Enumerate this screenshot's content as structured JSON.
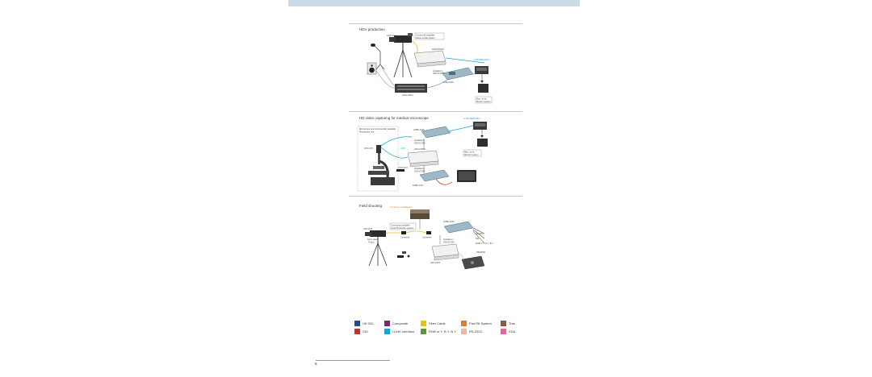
{
  "sections": [
    {
      "title": "HDV production"
    },
    {
      "title": "HD video capturing for medical microscope"
    },
    {
      "title": "Field shooting"
    }
  ],
  "labels": {
    "hdv_cam_1": "HVR-V1U",
    "commonly_1": "Commonly available",
    "commonly_1b": "Stereo Audio system",
    "hdv_device_1": "HVR-M15AU",
    "ilink_1": "i.LINK(IEEE1394)",
    "installed_1": "Installed in",
    "installed_1b": "HDV-D-X55",
    "pcb_1": "HVBK-1515",
    "audio_mixer": "Audio Mixer",
    "mac_1": "Mac, on its",
    "mac_1b": "Monitor system",
    "ilink_2": "i.LINK(IEEE1394)",
    "microscope_note_1": "Microscope and commercially available",
    "microscope_note_2": "Microscope unit",
    "cam_2": "HXC-D70",
    "pcb_2": "HVBK-1515",
    "installed_2": "Installed in",
    "installed_2b": "HDV-D-X55",
    "device_2": "HDV-L500U",
    "installed_3": "Installed in",
    "installed_3b": "HDV-D-X55",
    "pcb_3": "HVBK-1517",
    "mac_2": "Mac, on its",
    "mac_2b": "Monitor system",
    "field_note": "Commonly available/etc.",
    "field_cam": "HXC-D70",
    "field_commonly": "Commonly available",
    "field_commonly_b": "Local Production system",
    "field_pcb": "HVBK-1515",
    "field_conv1": "Converter",
    "field_conv2": "Converter",
    "field_installed": "Installed in",
    "field_installed_b": "HDV-D-X55",
    "field_device": "HFS-X270",
    "field_panel": "RM-B750",
    "field_out1": "HD-SDI",
    "field_out2": "SDI",
    "field_out3": "RGB or Y, R-Y, B-Y",
    "field_tripod_note": "Sony stand",
    "field_tripod_note_b": "Tripod"
  },
  "legend": [
    {
      "label": "HD SDI",
      "color": "#1f4e8c"
    },
    {
      "label": "Composite",
      "color": "#7a2a6e"
    },
    {
      "label": "Fiber Cable",
      "color": "#e4c21c"
    },
    {
      "label": "Pan/Tilt System",
      "color": "#e07a2e"
    },
    {
      "label": "Tras",
      "color": "#8a5a44"
    },
    {
      "label": "SDI",
      "color": "#c9302c"
    },
    {
      "label": "i.LINK interface",
      "color": "#1aa3d9"
    },
    {
      "label": "RGB or Y, R-Y, B-Y",
      "color": "#5a9a3a"
    },
    {
      "label": "RS-232C",
      "color": "#f4b3a3"
    },
    {
      "label": "XGA",
      "color": "#e06a9a"
    }
  ],
  "page_number": "8"
}
